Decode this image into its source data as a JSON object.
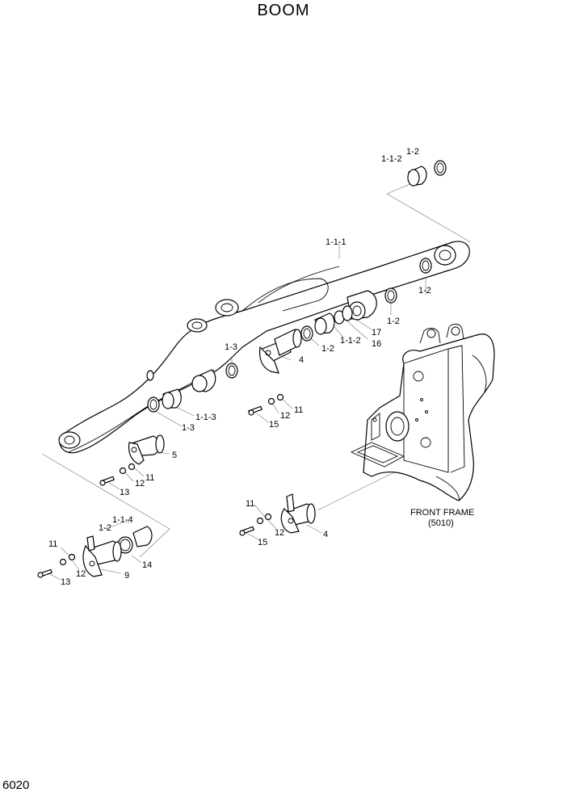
{
  "title": "BOOM",
  "page_number": "6020",
  "front_frame": {
    "name": "FRONT FRAME",
    "ref": "(5010)"
  },
  "labels": {
    "l_1_1_2_top": "1-1-2",
    "l_1_2_top": "1-2",
    "l_1_1_1": "1-1-1",
    "l_1_2_right_a": "1-2",
    "l_1_2_right_b": "1-2",
    "l_17": "17",
    "l_16": "16",
    "l_1_1_2_mid": "1-1-2",
    "l_1_2_mid": "1-2",
    "l_4_upper": "4",
    "l_1_3_upper": "1-3",
    "l_11_a": "11",
    "l_12_a": "12",
    "l_15_a": "15",
    "l_1_1_3": "1-1-3",
    "l_1_3_lower": "1-3",
    "l_5": "5",
    "l_11_b": "11",
    "l_12_b": "12",
    "l_13_b": "13",
    "l_1_1_4": "1-1-4",
    "l_1_2_low": "1-2",
    "l_11_c": "11",
    "l_14": "14",
    "l_12_c": "12",
    "l_9": "9",
    "l_13_c": "13",
    "l_11_d": "11",
    "l_12_d": "12",
    "l_15_d": "15",
    "l_4_lower": "4"
  }
}
